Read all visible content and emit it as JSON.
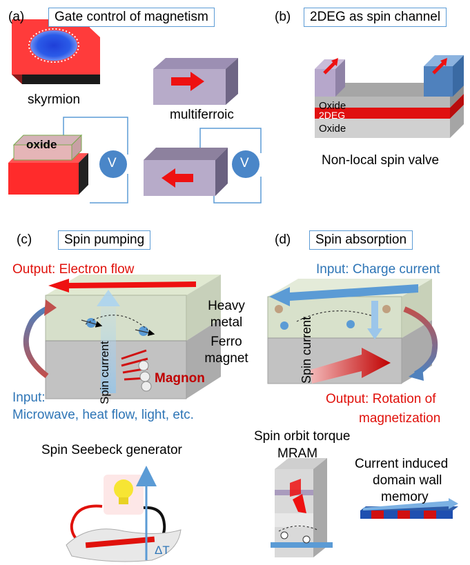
{
  "panel_a": {
    "label": "(a)",
    "title": "Gate control of magnetism",
    "skyrmion": "skyrmion",
    "multiferroic": "multiferroic",
    "oxide": "oxide",
    "v_left": "V",
    "v_right": "V"
  },
  "panel_b": {
    "label": "(b)",
    "title": "2DEG as spin channel",
    "oxide_top": "Oxide",
    "twodeg": "2DEG",
    "oxide_bottom": "Oxide",
    "caption": "Non-local spin valve"
  },
  "panel_c": {
    "label": "(c)",
    "title": "Spin pumping",
    "output": "Output: Electron flow",
    "heavy_metal": [
      "Heavy",
      "metal"
    ],
    "ferro_magnet": [
      "Ferro",
      "magnet"
    ],
    "magnon": "Magnon",
    "spin_current": "Spin current",
    "input_line1": "Input:",
    "input_line2": "Microwave, heat flow, light, etc.",
    "seebeck": "Spin Seebeck generator",
    "delta_t": "ΔT"
  },
  "panel_d": {
    "label": "(d)",
    "title": "Spin absorption",
    "input": "Input: Charge current",
    "spin_current": "Spin current",
    "output_line1": "Output: Rotation of",
    "output_line2": "magnetization",
    "sot_line1": "Spin orbit torque",
    "sot_line2": "MRAM",
    "dw_line1": "Current induced",
    "dw_line2": "domain wall",
    "dw_line3": "memory"
  },
  "colors": {
    "red": "#e0110b",
    "blue": "#2e75b6",
    "box_border": "#5b9bd5",
    "lavender": "#a99bbd",
    "gray": "#a6a6a6"
  }
}
